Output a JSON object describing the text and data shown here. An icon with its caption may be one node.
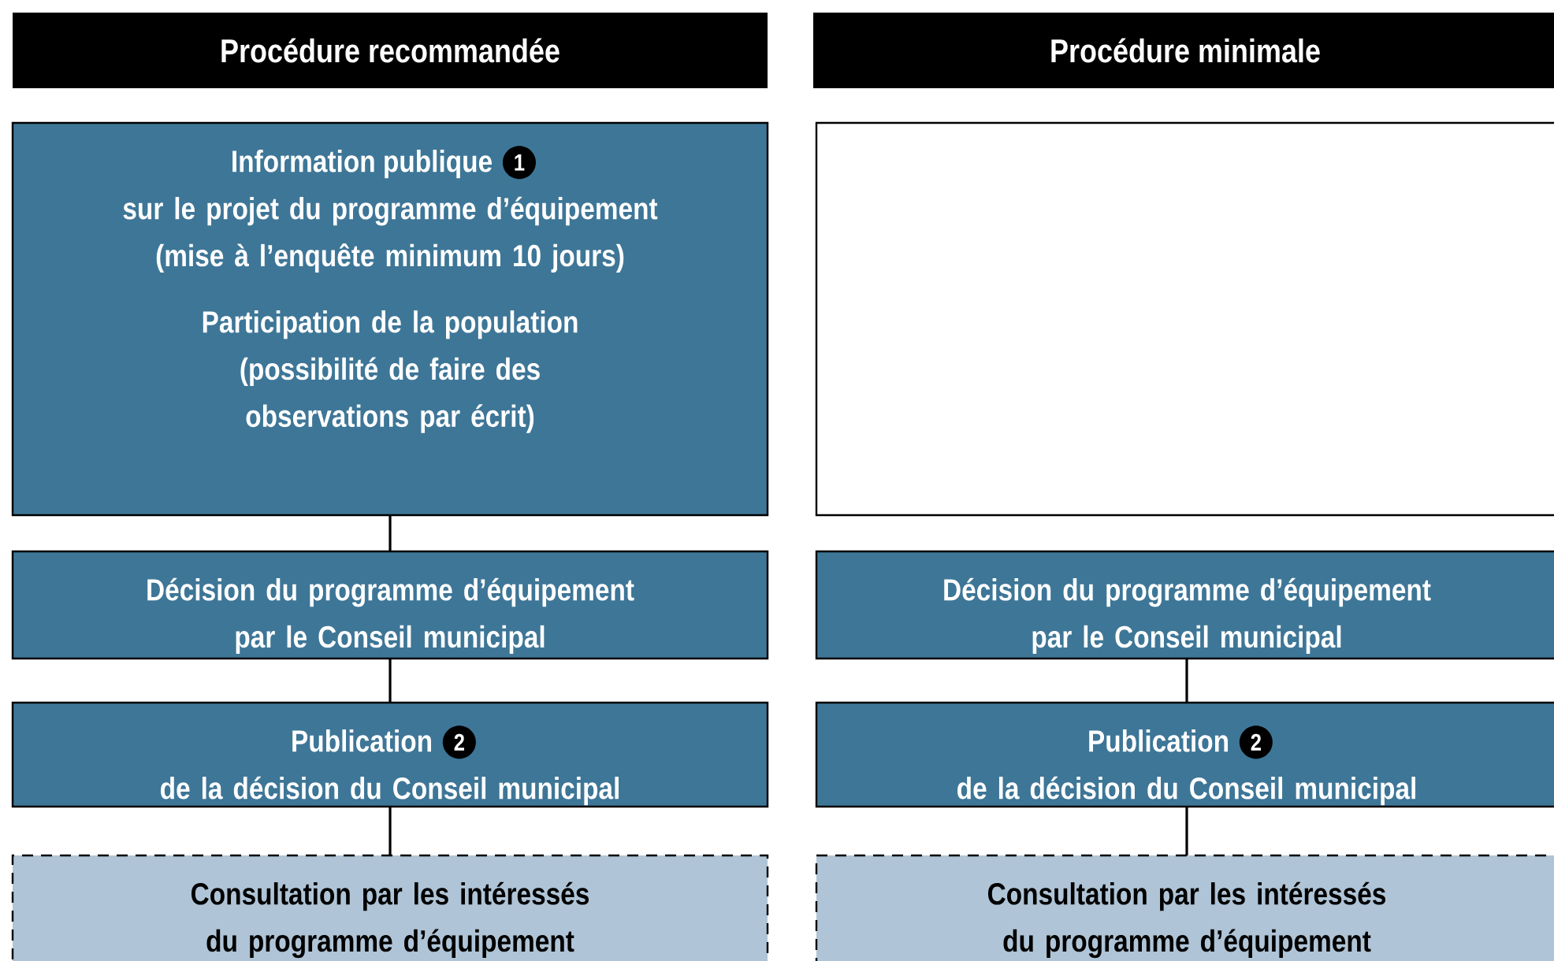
{
  "diagram": {
    "nodes": [
      {
        "text": [
          "Procédure recommandée"
        ]
      },
      {
        "text": [
          "Procédure minimale"
        ]
      },
      {
        "text": [
          "Information publique",
          "sur le projet du programme d’équipement (mise à l’enquête minimum 10 jours)",
          "Participation de la population (possibilité de faire des observations par écrit)"
        ]
      },
      {
        "text": [],
        "shape": "box"
      },
      {
        "text": [
          "Décision du programme d’équipement par le Conseil municipal"
        ]
      },
      {
        "text": [
          "Publication",
          "de la décision du Conseil municipal"
        ]
      },
      {
        "text": [
          "Consultation par les intéressés du programme d’équipement"
        ]
      },
      {
        "text": [
          "Décision du programme d’équipement par le Conseil municipal"
        ]
      },
      {
        "text": [
          "Publication",
          "de la décision du Conseil municipal"
        ]
      },
      {
        "text": [
          "Consultation par les intéressés du programme d’équipement"
        ]
      }
    ],
    "edges": [
      {
        "from": 2,
        "to": 4,
        "arrow": "none"
      },
      {
        "from": 4,
        "to": 5,
        "arrow": "none"
      },
      {
        "from": 5,
        "to": 6,
        "arrow": "none"
      },
      {
        "from": 7,
        "to": 8,
        "arrow": "none"
      },
      {
        "from": 8,
        "to": 9,
        "arrow": "none"
      }
    ],
    "labels": [
      "1",
      "2",
      "2"
    ]
  }
}
